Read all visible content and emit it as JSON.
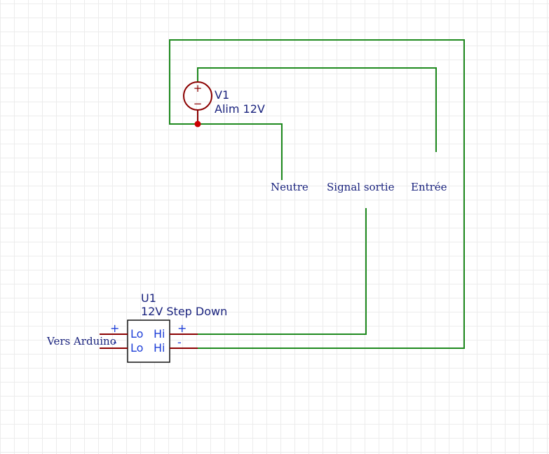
{
  "source": {
    "designator": "V1",
    "value": "Alim 12V",
    "plus_symbol": "+",
    "minus_symbol": "−"
  },
  "net_labels": {
    "neutral": "Neutre",
    "signal": "Signal sortie",
    "input": "Entrée",
    "arduino": "Vers Arduino"
  },
  "converter": {
    "designator": "U1",
    "value": "12V Step Down",
    "pins": [
      {
        "left": "Lo",
        "right": "Hi"
      },
      {
        "left": "Lo",
        "right": "Hi"
      }
    ],
    "left_signs": [
      "+",
      "-"
    ],
    "right_signs": [
      "+",
      "-"
    ]
  },
  "colors": {
    "wire": "#1e8a1e",
    "component": "#8b0000",
    "junction": "#cc0000",
    "text": "#1a237e",
    "pin_text": "#1e3fd8",
    "grid": "#ececec"
  }
}
